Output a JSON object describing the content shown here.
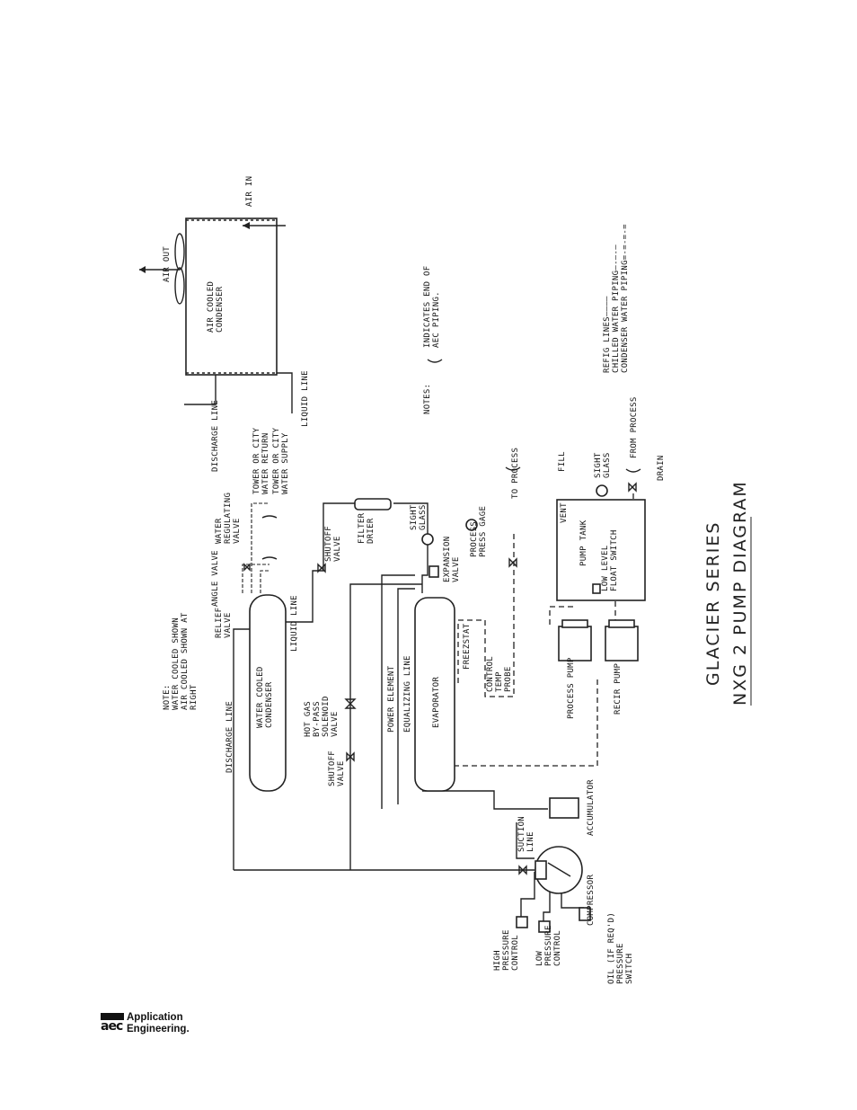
{
  "title": {
    "line1": "GLACIER SERIES",
    "line2": "NXG 2 PUMP DIAGRAM"
  },
  "labels": {
    "air_out": "AIR OUT",
    "air_in": "AIR IN",
    "air_cooled_condenser": [
      "AIR COOLED",
      "CONDENSER"
    ],
    "liquid_line_top": "LIQUID LINE",
    "discharge_line_top": "DISCHARGE LINE",
    "notes": "NOTES:",
    "notes_text": [
      "INDICATES END OF",
      "AEC PIPING."
    ],
    "legend": [
      "REFIG LINES————",
      "CHILLED WATER PIPING—-—-—",
      "CONDENSER WATER PIPING=-=-=-="
    ],
    "note_left": [
      "NOTE:",
      "WATER COOLED SHOWN",
      "AIR COOLED SHOWN AT",
      "RIGHT"
    ],
    "discharge_line_left": "DISCHARGE LINE",
    "relief_valve": [
      "RELIEF",
      "VALVE"
    ],
    "angle_valve": "ANGLE VALVE",
    "water_regulating_valve": [
      "WATER",
      "REGULATING",
      "VALVE"
    ],
    "tower_return": [
      "TOWER OR CITY",
      "WATER RETURN"
    ],
    "tower_supply": [
      "TOWER OR CITY",
      "WATER SUPPLY"
    ],
    "water_cooled_condenser": [
      "WATER COOLED",
      "CONDENSER"
    ],
    "liquid_line_left": "LIQUID LINE",
    "shutoff_valve_top": [
      "SHUTOFF",
      "VALVE"
    ],
    "filter_drier": [
      "FILTER",
      "DRIER"
    ],
    "sight_glass_left": [
      "SIGHT",
      "GLASS"
    ],
    "expansion_valve": [
      "EXPANSION",
      "VALVE"
    ],
    "process_press_gage": [
      "PROCESS",
      "PRESS GAGE"
    ],
    "to_process": "TO PROCESS",
    "fill": "FILL",
    "sight_glass_right": [
      "SIGHT",
      "GLASS"
    ],
    "from_process": "FROM PROCESS",
    "drain": "DRAIN",
    "vent": "VENT",
    "pump_tank": "PUMP TANK",
    "low_level_float": [
      "LOW LEVEL",
      "FLOAT SWITCH"
    ],
    "hot_gas_bypass": [
      "HOT GAS",
      "BY-PASS",
      "SOLENOID",
      "VALVE"
    ],
    "power_element": "POWER ELEMENT",
    "equalizing_line": "EQUALIZING LINE",
    "freezstat": "FREEZSTAT",
    "control_temp_probe": [
      "CONTROL",
      "TEMP",
      "PROBE"
    ],
    "process_pump": "PROCESS PUMP",
    "recir_pump": "RECIR PUMP",
    "evaporator": "EVAPORATOR",
    "shutoff_valve_bottom": [
      "SHUTOFF",
      "VALVE"
    ],
    "suction_line": [
      "SUCTION",
      "LINE"
    ],
    "accumulator": "ACCUMULATOR",
    "compressor": "COMPRESSOR",
    "high_pressure_control": [
      "HIGH",
      "PRESSURE",
      "CONTROL"
    ],
    "low_pressure_control": [
      "LOW",
      "PRESSURE",
      "CONTROL"
    ],
    "oil_switch": [
      "OIL (IF REQ'D)",
      "PRESSURE",
      "SWITCH"
    ]
  },
  "logo": {
    "mark": "aec",
    "line1": "Application",
    "line2": "Engineering."
  }
}
